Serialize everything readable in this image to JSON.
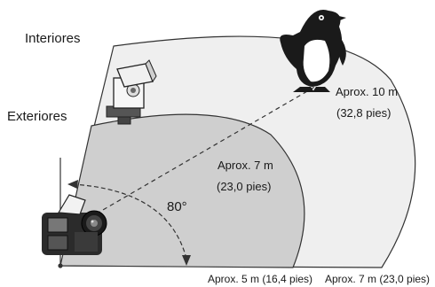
{
  "labels": {
    "indoor": "Interiores",
    "outdoor": "Exteriores",
    "far_range_m": "Aprox. 10 m",
    "far_range_ft": "(32,8 pies)",
    "mid_range_m": "Aprox. 7 m",
    "mid_range_ft": "(23,0 pies)",
    "angle": "80°",
    "bottom_near": "Aprox. 5 m (16,4 pies)",
    "bottom_far": "Aprox. 7 m (23,0 pies)"
  },
  "colors": {
    "indoor_area": "#efefef",
    "outdoor_area": "#cfcfcf",
    "outline": "#333333"
  },
  "icons": [
    "penguin-icon",
    "speedlite-flash-icon",
    "camera-icon"
  ]
}
